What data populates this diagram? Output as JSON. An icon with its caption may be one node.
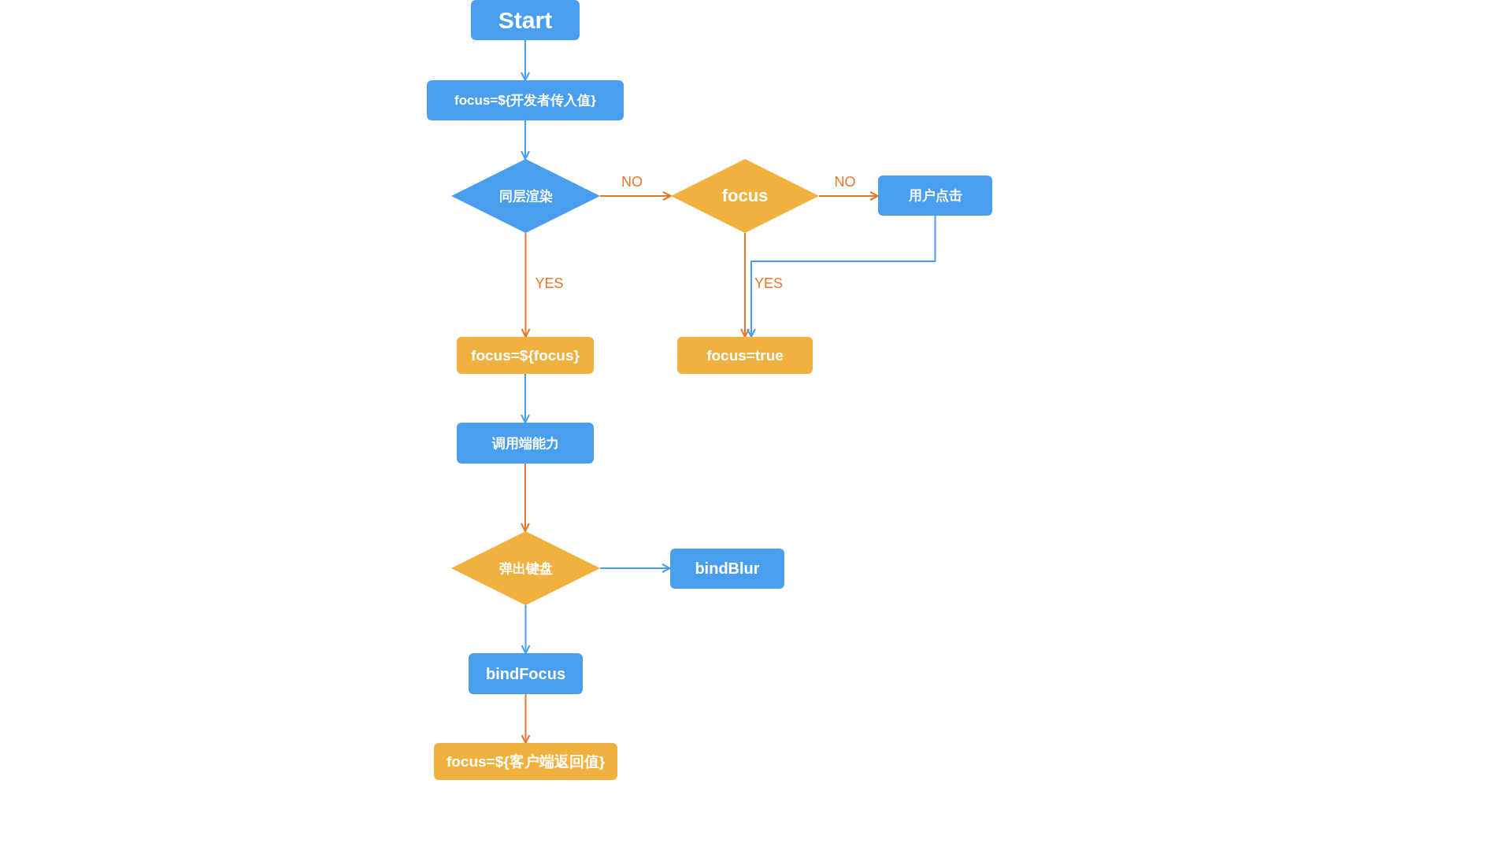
{
  "diagram": {
    "nodes": [
      {
        "text": [
          "Start"
        ]
      },
      {
        "text": [
          "focus=${开发者传入值}"
        ]
      },
      {
        "text": [
          "同层渲染"
        ]
      },
      {
        "text": [
          "focus"
        ]
      },
      {
        "text": [
          "用户点击"
        ]
      },
      {
        "text": [
          "focus=${focus}"
        ]
      },
      {
        "text": [
          "focus=true"
        ]
      },
      {
        "text": [
          "调用端能力"
        ]
      },
      {
        "text": [
          "弹出键盘"
        ]
      },
      {
        "text": [
          "bindBlur"
        ]
      },
      {
        "text": [
          "bindFocus"
        ]
      },
      {
        "text": [
          "focus=${客户端返回值}"
        ]
      }
    ],
    "edges": [
      {
        "from": 0,
        "to": 1,
        "arrow": "to",
        "color": "#4a9eef"
      },
      {
        "from": 1,
        "to": 2,
        "arrow": "to",
        "color": "#4a9eef"
      },
      {
        "from": 2,
        "to": 3,
        "arrow": "to",
        "label": "NO",
        "color": "#e8762d"
      },
      {
        "from": 3,
        "to": 4,
        "arrow": "to",
        "label": "NO",
        "color": "#e8762d"
      },
      {
        "from": 2,
        "to": 5,
        "arrow": "to",
        "label": "YES",
        "color": "#e8762d"
      },
      {
        "from": 3,
        "to": 6,
        "arrow": "to",
        "label": "YES",
        "color": "#e8762d"
      },
      {
        "from": 4,
        "to": 6,
        "arrow": "to",
        "color": "#4a9eef"
      },
      {
        "from": 5,
        "to": 7,
        "arrow": "to",
        "color": "#4a9eef"
      },
      {
        "from": 7,
        "to": 8,
        "arrow": "to",
        "color": "#e8762d"
      },
      {
        "from": 8,
        "to": 9,
        "arrow": "to",
        "color": "#4a9eef"
      },
      {
        "from": 8,
        "to": 10,
        "arrow": "to",
        "color": "#4a9eef"
      },
      {
        "from": 10,
        "to": 11,
        "arrow": "to",
        "color": "#e8762d"
      }
    ]
  }
}
